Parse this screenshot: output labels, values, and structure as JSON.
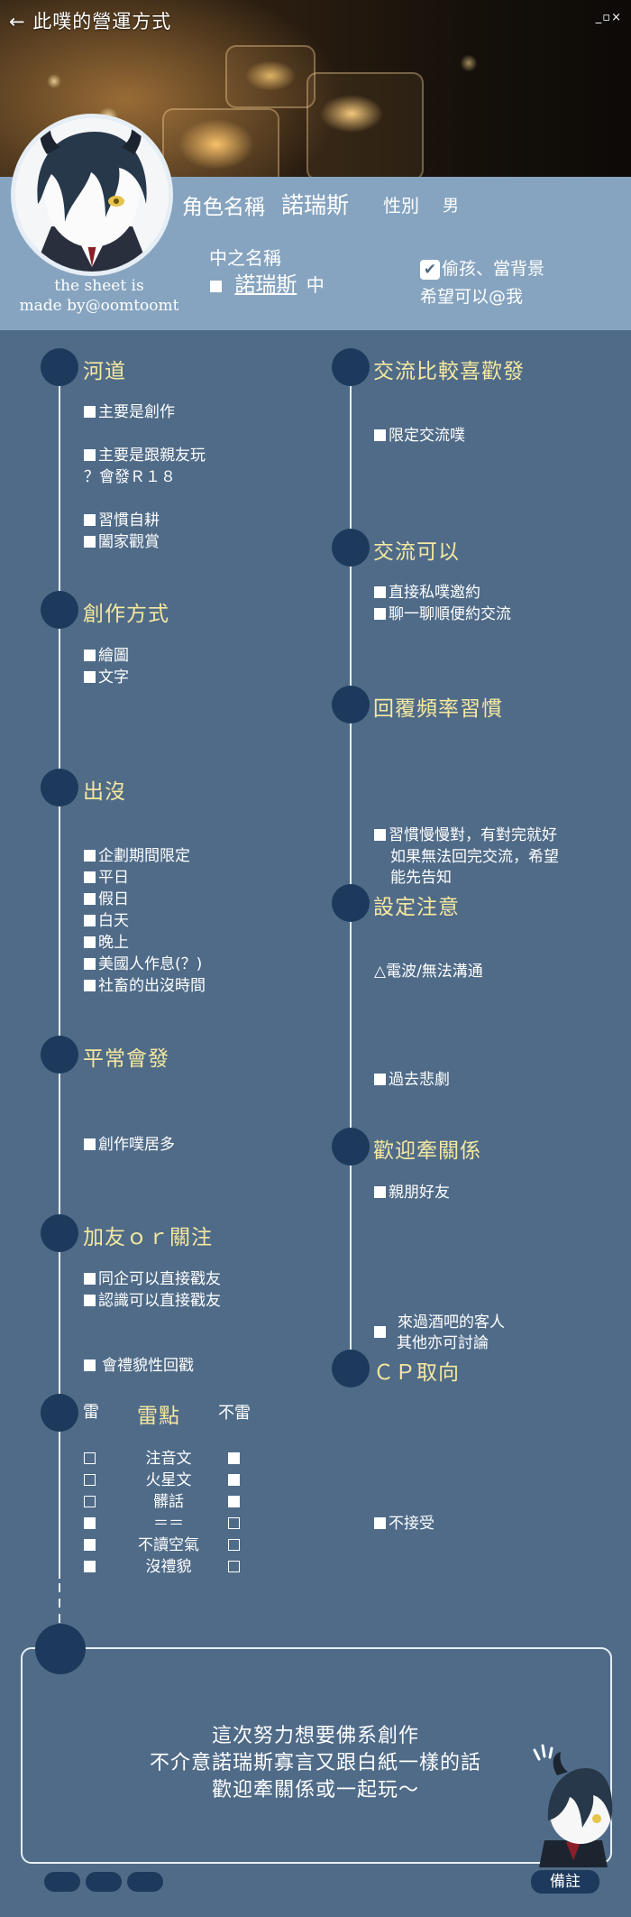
{
  "header": {
    "title": "← 此噗的營運方式",
    "window_controls": "_▫×"
  },
  "profile": {
    "credit_line1": "the sheet is",
    "credit_line2": "made by@oomtoomt",
    "char_name_label": "角色名稱",
    "char_name": "諾瑞斯",
    "gender_label": "性別",
    "gender": "男",
    "zh_name_label": "中之名稱",
    "zh_name": "諾瑞斯",
    "zh_suffix": "中",
    "check_mark": "✔",
    "opt1": "偷孩、當背景",
    "opt2": "希望可以@我"
  },
  "left": {
    "s1": {
      "title": "河道",
      "i1": "主要是創作",
      "i2": "主要是跟親友玩",
      "i3": "？會發Ｒ１８",
      "i4": "習慣自耕",
      "i5": "闔家觀賞"
    },
    "s2": {
      "title": "創作方式",
      "i1": "繪圖",
      "i2": "文字"
    },
    "s3": {
      "title": "出沒",
      "i1": "企劃期間限定",
      "i2": "平日",
      "i3": "假日",
      "i4": "白天",
      "i5": "晚上",
      "i6": "美國人作息(？)",
      "i7": "社畜的出沒時間"
    },
    "s4": {
      "title": "平常會發",
      "i1": "創作噗居多"
    },
    "s5": {
      "title": "加友ｏｒ關注",
      "i1": "同企可以直接戳友",
      "i2": "認識可以直接戳友",
      "i3": "會禮貌性回戳"
    },
    "s6": {
      "lei": "雷",
      "title": "雷點",
      "not_lei": "不雷",
      "rows": [
        {
          "label": "注音文"
        },
        {
          "label": "火星文"
        },
        {
          "label": "髒話"
        },
        {
          "label": "＝＝"
        },
        {
          "label": "不讀空氣"
        },
        {
          "label": "沒禮貌"
        }
      ]
    }
  },
  "right": {
    "s1": {
      "title": "交流比較喜歡發",
      "i1": "限定交流噗"
    },
    "s2": {
      "title": "交流可以",
      "i1": "直接私噗邀約",
      "i2": "聊一聊順便約交流"
    },
    "s3": {
      "title": "回覆頻率習慣",
      "i1": "習慣慢慢對，有對完就好",
      "i2": "如果無法回完交流，希望",
      "i3": "能先告知"
    },
    "s4": {
      "title": "設定注意",
      "i1": "△電波/無法溝通",
      "i2": "過去悲劇"
    },
    "s5": {
      "title": "歡迎牽關係",
      "i1": "親朋好友",
      "i2": "來過酒吧的客人",
      "i3": "其他亦可討論"
    },
    "s6": {
      "title": "ＣＰ取向",
      "i1": "不接受"
    }
  },
  "note": {
    "line1": "這次努力想要佛系創作",
    "line2": "不介意諾瑞斯寡言又跟白紙一樣的話",
    "line3": "歡迎牽關係或一起玩～",
    "remark": "備註"
  }
}
